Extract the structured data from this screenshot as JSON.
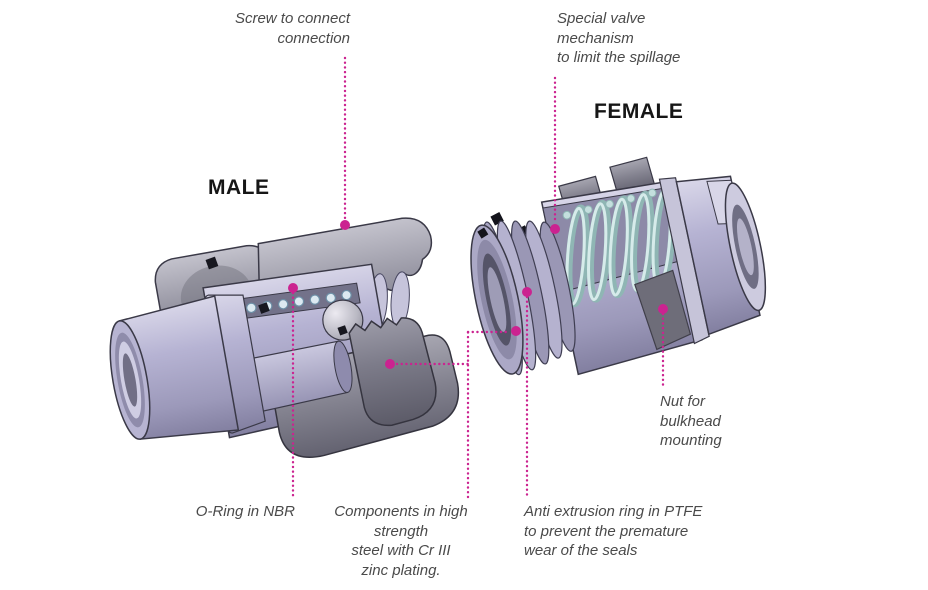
{
  "colors": {
    "accent": "#cb2390",
    "label_text": "#4a4a4a",
    "heading_text": "#161616",
    "body_lavender": "#b6b3d3",
    "steel_gray": "#9a99a6",
    "spring_teal": "#9ec6c4"
  },
  "headings": {
    "male": "MALE",
    "female": "FEMALE"
  },
  "annotations": {
    "screw": "Screw to connect\nconnection",
    "special_valve": "Special valve\nmechanism\nto limit the spillage",
    "oring": "O-Ring in NBR",
    "components": "Components in high\nstrength\nsteel with Cr III\nzinc plating.",
    "anti_extrusion": "Anti extrusion ring in PTFE\nto prevent the premature\nwear of the seals",
    "nut": "Nut for\nbulkhead\nmounting"
  }
}
